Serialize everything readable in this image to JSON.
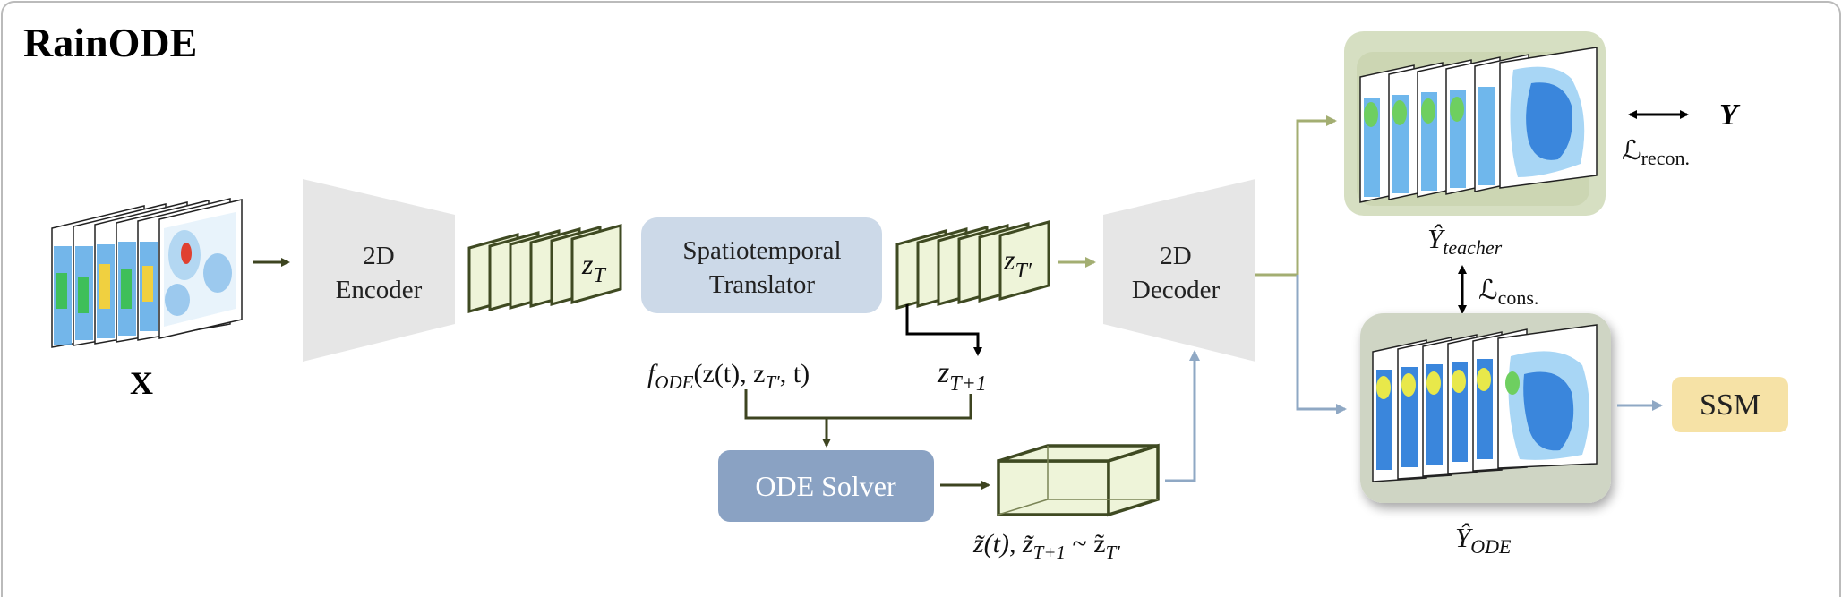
{
  "title": "RainODE",
  "input_label": "X",
  "encoder": {
    "line1": "2D",
    "line2": "Encoder"
  },
  "latent_zt": "z",
  "latent_zt_sub": "T",
  "translator": {
    "line1": "Spatiotemporal",
    "line2": "Translator"
  },
  "latent_zt_prime": "z",
  "latent_zt_prime_sub": "T′",
  "decoder": {
    "line1": "2D",
    "line2": "Decoder"
  },
  "f_ode": {
    "f": "f",
    "sub": "ODE",
    "args": "(z(t), z",
    "args_sub": "T′",
    "args_end": ", t)"
  },
  "z_next": {
    "z": "z",
    "sub": "T+1"
  },
  "ode_solver": "ODE Solver",
  "ode_output_label": "z̃(t), z̃T+1 ~ z̃T′",
  "ode_output": {
    "p1": "z̃(t), z̃",
    "s1": "T+1",
    "p2": " ~ z̃",
    "s2": "T′"
  },
  "y_teacher": {
    "y": "Ŷ",
    "sub": "teacher"
  },
  "y_ode": {
    "y": "Ŷ",
    "sub": "ODE"
  },
  "loss_recon": {
    "L": "ℒ",
    "sub": "recon."
  },
  "loss_cons": {
    "L": "ℒ",
    "sub": "cons."
  },
  "target_label": "Y",
  "ssm": "SSM",
  "colors": {
    "olive_arrow": "#a3ae72",
    "blue_arrow": "#8fa8c4",
    "dark_arrow": "#3d4420",
    "latent_fill": "#eef4d9",
    "latent_stroke": "#3f4a22",
    "translator_fill": "#ccd9e8",
    "ode_fill": "#8aa2c3",
    "ssm_fill": "#f6e2a6",
    "trapezoid_fill": "#e6e6e6"
  }
}
